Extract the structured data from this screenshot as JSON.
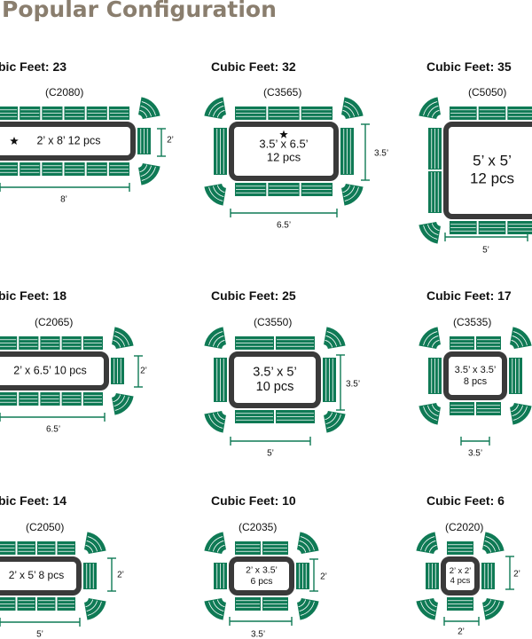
{
  "page": {
    "title": "Popular Configuration"
  },
  "colors": {
    "green": "#0f7a55",
    "stripe": "#ffffff",
    "frame": "#3a3a3a",
    "dim": "#0f7a55",
    "title": "#8a7e6e"
  },
  "configs": [
    {
      "cubic": "bic  Feet: 23",
      "code": "(C2080)",
      "size": "2’ x 8’",
      "pcs": "12 pcs",
      "w": "8’",
      "h": "2’",
      "star": true,
      "inline": true
    },
    {
      "cubic": "Cubic  Feet: 32",
      "code": "(C3565)",
      "size": "3.5’ x 6.5’",
      "pcs": "12 pcs",
      "w": "6.5’",
      "h": "3.5’",
      "star": true,
      "inline": false
    },
    {
      "cubic": "Cubic  Feet: 35",
      "code": "(C5050)",
      "size": "5’ x 5’",
      "pcs": "12 pcs",
      "w": "5’",
      "h": "",
      "star": false,
      "inline": false
    },
    {
      "cubic": "bic  Feet: 18",
      "code": "(C2065)",
      "size": "2’ x 6.5’",
      "pcs": "10 pcs",
      "w": "6.5’",
      "h": "2’",
      "star": false,
      "inline": true
    },
    {
      "cubic": "Cubic  Feet: 25",
      "code": "(C3550)",
      "size": "3.5’ x 5’",
      "pcs": "10 pcs",
      "w": "5’",
      "h": "3.5’",
      "star": false,
      "inline": false
    },
    {
      "cubic": "Cubic  Feet: 17",
      "code": "(C3535)",
      "size": "3.5’ x 3.5’",
      "pcs": "8 pcs",
      "w": "3.5’",
      "h": "",
      "star": false,
      "inline": false
    },
    {
      "cubic": "bic  Feet: 14",
      "code": "(C2050)",
      "size": "2’ x 5’",
      "pcs": "8 pcs",
      "w": "5’",
      "h": "2’",
      "star": false,
      "inline": true
    },
    {
      "cubic": "Cubic  Feet: 10",
      "code": "(C2035)",
      "size": "2’ x 3.5’",
      "pcs": "6 pcs",
      "w": "3.5’",
      "h": "2’",
      "star": false,
      "inline": false
    },
    {
      "cubic": "Cubic  Feet: 6",
      "code": "(C2020)",
      "size": "2’ x 2’",
      "pcs": "4 pcs",
      "w": "2’",
      "h": "2’",
      "star": false,
      "inline": false
    }
  ]
}
